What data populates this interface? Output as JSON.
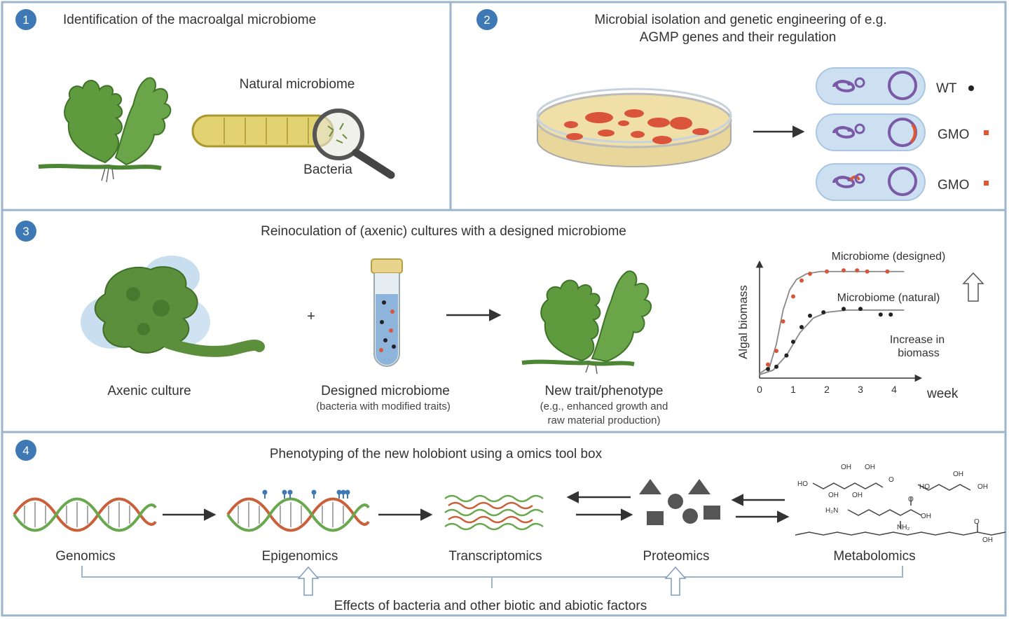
{
  "panels": [
    {
      "number": "1",
      "title": "Identification of the macroalgal microbiome",
      "natural_label": "Natural microbiome",
      "bacteria_label": "Bacteria"
    },
    {
      "number": "2",
      "title_line1": "Microbial isolation and genetic engineering of e.g.",
      "title_line2": "AGMP genes and their regulation",
      "strains": [
        "WT",
        "GMO",
        "GMO"
      ]
    },
    {
      "number": "3",
      "title": "Reinoculation of (axenic) cultures with a designed microbiome",
      "axenic_label": "Axenic culture",
      "plus": "+",
      "designed_label": "Designed microbiome",
      "designed_sub": "(bacteria with modified traits)",
      "trait_label": "New trait/phenotype",
      "trait_sub1": "(e.g., enhanced growth and",
      "trait_sub2": "raw material production)"
    },
    {
      "number": "4",
      "title": "Phenotyping of the new holobiont using a omics tool box",
      "omics": [
        "Genomics",
        "Epigenomics",
        "Transcriptomics",
        "Proteomics",
        "Metabolomics"
      ],
      "footer": "Effects of bacteria and other biotic and abiotic factors"
    }
  ],
  "molecules": {
    "m1": [
      "OH",
      "OH",
      "HO",
      "OH",
      "OH",
      "O"
    ],
    "m2": [
      "OH",
      "HO",
      "OH"
    ],
    "m3": [
      "H₂N",
      "O",
      "OH",
      "NH₂"
    ],
    "m4": [
      "O",
      "OH"
    ]
  },
  "chart_data": {
    "type": "scatter",
    "xlabel": "week",
    "ylabel": "Algal  biomass",
    "x_ticks": [
      "0",
      "1",
      "2",
      "3",
      "4"
    ],
    "xlim": [
      0,
      4.5
    ],
    "ylim": [
      0,
      1
    ],
    "series": [
      {
        "name": "Microbiome (designed)",
        "color": "#d9543a",
        "points": [
          [
            0.25,
            0.12
          ],
          [
            0.5,
            0.24
          ],
          [
            0.7,
            0.5
          ],
          [
            1.0,
            0.72
          ],
          [
            1.25,
            0.86
          ],
          [
            1.5,
            0.92
          ],
          [
            2.0,
            0.94
          ],
          [
            2.5,
            0.95
          ],
          [
            2.9,
            0.95
          ],
          [
            3.2,
            0.94
          ],
          [
            3.8,
            0.94
          ]
        ],
        "curve": [
          [
            0.0,
            0.04
          ],
          [
            0.3,
            0.1
          ],
          [
            0.5,
            0.3
          ],
          [
            0.7,
            0.6
          ],
          [
            0.9,
            0.78
          ],
          [
            1.1,
            0.87
          ],
          [
            1.4,
            0.92
          ],
          [
            1.8,
            0.94
          ],
          [
            4.3,
            0.94
          ]
        ]
      },
      {
        "name": "Microbiome (natural)",
        "color": "#222222",
        "points": [
          [
            0.25,
            0.08
          ],
          [
            0.5,
            0.1
          ],
          [
            0.8,
            0.2
          ],
          [
            1.0,
            0.32
          ],
          [
            1.25,
            0.45
          ],
          [
            1.5,
            0.55
          ],
          [
            1.9,
            0.58
          ],
          [
            2.5,
            0.61
          ],
          [
            3.0,
            0.61
          ],
          [
            3.6,
            0.56
          ],
          [
            3.9,
            0.56
          ]
        ],
        "curve": [
          [
            0.0,
            0.03
          ],
          [
            0.4,
            0.07
          ],
          [
            0.8,
            0.2
          ],
          [
            1.2,
            0.4
          ],
          [
            1.6,
            0.53
          ],
          [
            2.0,
            0.58
          ],
          [
            2.6,
            0.6
          ],
          [
            4.3,
            0.6
          ]
        ]
      }
    ],
    "annotations": [
      "Increase in",
      "biomass"
    ]
  }
}
